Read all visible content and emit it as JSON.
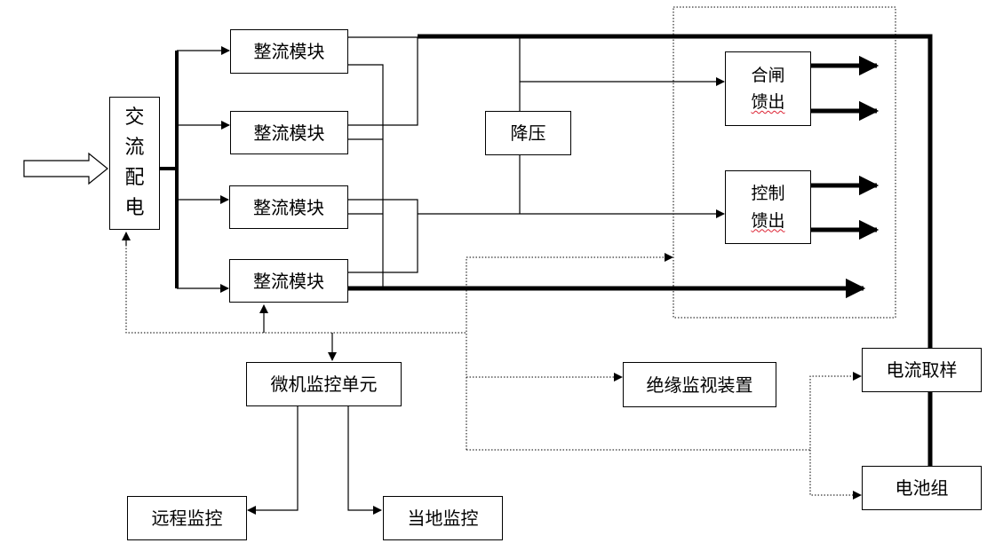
{
  "boxes": {
    "ac": [
      "交",
      "流",
      "配",
      "电"
    ],
    "rect1": "整流模块",
    "rect2": "整流模块",
    "rect3": "整流模块",
    "rect4": "整流模块",
    "step_down": "降压",
    "closing_line1": "合闸",
    "closing_line2": "馈出",
    "control_line1": "控制",
    "control_line2": "馈出",
    "micro": "微机监控单元",
    "insulation": "绝缘监视装置",
    "current_sample": "电流取样",
    "battery": "电池组",
    "remote": "远程监控",
    "local": "当地监控"
  }
}
